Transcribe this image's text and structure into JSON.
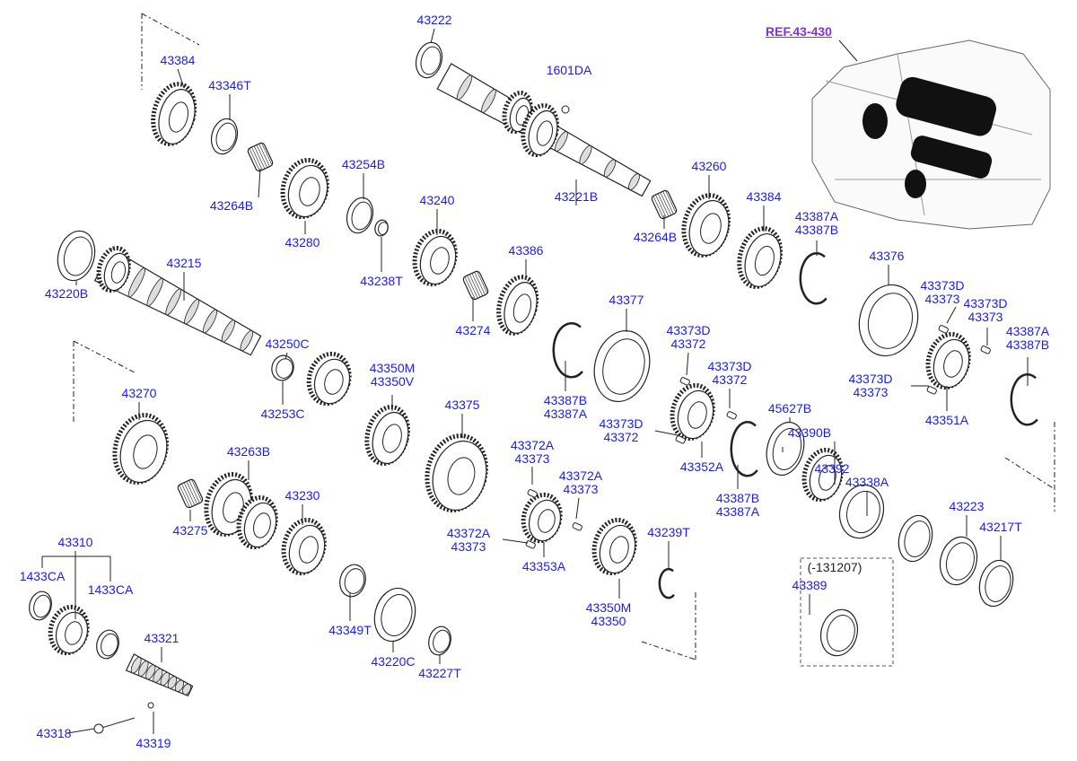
{
  "diagram": {
    "reference_link": "REF.43-430",
    "colors": {
      "label": "#1a1aff",
      "reference": "#8a2be2",
      "line": "#222222"
    },
    "labels": [
      {
        "lines": [
          "43222"
        ]
      },
      {
        "lines": [
          "1601DA"
        ]
      },
      {
        "lines": [
          "43384"
        ]
      },
      {
        "lines": [
          "43346T"
        ]
      },
      {
        "lines": [
          "43264B"
        ]
      },
      {
        "lines": [
          "43254B"
        ]
      },
      {
        "lines": [
          "43280"
        ]
      },
      {
        "lines": [
          "43240"
        ]
      },
      {
        "lines": [
          "43238T"
        ]
      },
      {
        "lines": [
          "43221B"
        ]
      },
      {
        "lines": [
          "43260"
        ]
      },
      {
        "lines": [
          "43264B"
        ]
      },
      {
        "lines": [
          "43384"
        ]
      },
      {
        "lines": [
          "43387A",
          "43387B"
        ]
      },
      {
        "lines": [
          "43376"
        ]
      },
      {
        "lines": [
          "43220B"
        ]
      },
      {
        "lines": [
          "43215"
        ]
      },
      {
        "lines": [
          "43386"
        ]
      },
      {
        "lines": [
          "43274"
        ]
      },
      {
        "lines": [
          "43377"
        ]
      },
      {
        "lines": [
          "43373D",
          "43373"
        ]
      },
      {
        "lines": [
          "43373D",
          "43373"
        ]
      },
      {
        "lines": [
          "43387A",
          "43387B"
        ]
      },
      {
        "lines": [
          "43373D",
          "43372"
        ]
      },
      {
        "lines": [
          "43373D",
          "43372"
        ]
      },
      {
        "lines": [
          "43387B",
          "43387A"
        ]
      },
      {
        "lines": [
          "43373D",
          "43373"
        ]
      },
      {
        "lines": [
          "43351A"
        ]
      },
      {
        "lines": [
          "43250C"
        ]
      },
      {
        "lines": [
          "43350M",
          "43350V"
        ]
      },
      {
        "lines": [
          "43253C"
        ]
      },
      {
        "lines": [
          "43270"
        ]
      },
      {
        "lines": [
          "43375"
        ]
      },
      {
        "lines": [
          "43373D",
          "43372"
        ]
      },
      {
        "lines": [
          "45627B"
        ]
      },
      {
        "lines": [
          "43390B"
        ]
      },
      {
        "lines": [
          "43352A"
        ]
      },
      {
        "lines": [
          "43392"
        ]
      },
      {
        "lines": [
          "43387B",
          "43387A"
        ]
      },
      {
        "lines": [
          "43372A",
          "43373"
        ]
      },
      {
        "lines": [
          "43372A",
          "43373"
        ]
      },
      {
        "lines": [
          "43263B"
        ]
      },
      {
        "lines": [
          "43230"
        ]
      },
      {
        "lines": [
          "43275"
        ]
      },
      {
        "lines": [
          "43372A",
          "43373"
        ]
      },
      {
        "lines": [
          "43353A"
        ]
      },
      {
        "lines": [
          "43338A"
        ]
      },
      {
        "lines": [
          "43223"
        ]
      },
      {
        "lines": [
          "43217T"
        ]
      },
      {
        "lines": [
          "43239T"
        ]
      },
      {
        "lines": [
          "43310"
        ]
      },
      {
        "lines": [
          "1433CA"
        ]
      },
      {
        "lines": [
          "1433CA"
        ]
      },
      {
        "lines": [
          "43389"
        ]
      },
      {
        "lines": [
          "43350M",
          "43350"
        ]
      },
      {
        "lines": [
          "43321"
        ]
      },
      {
        "lines": [
          "43349T"
        ]
      },
      {
        "lines": [
          "43220C"
        ]
      },
      {
        "lines": [
          "43227T"
        ]
      },
      {
        "lines": [
          "43318"
        ]
      },
      {
        "lines": [
          "43319"
        ]
      }
    ],
    "date_note": "(-131207)"
  }
}
